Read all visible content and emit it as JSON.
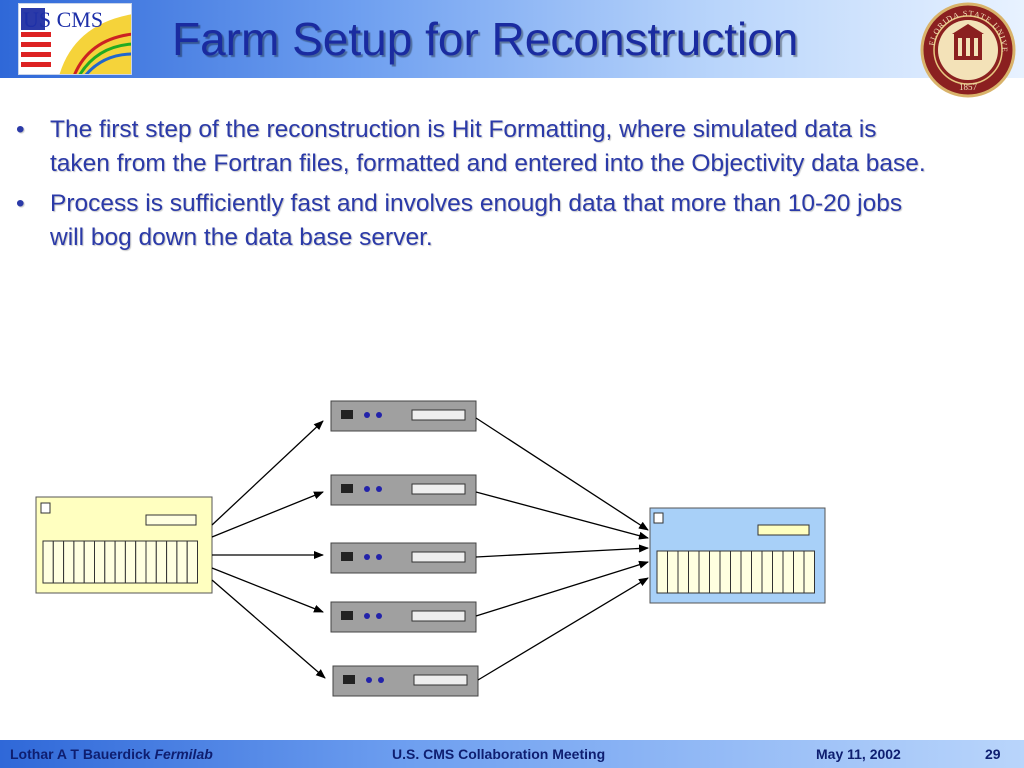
{
  "header": {
    "logo_text": "US CMS",
    "title": "Farm Setup for Reconstruction",
    "seal_top_text": "FLORIDA STATE UNIVERSITY",
    "seal_year": "1857"
  },
  "bullets": [
    {
      "symbol": "•",
      "text": "The first step of the reconstruction is Hit Formatting, where simulated data is taken from the Fortran files, formatted and entered into the Objectivity data base."
    },
    {
      "symbol": "•",
      "text": "Process is sufficiently fast and involves enough data that more than 10-20 jobs will bog down the data base server."
    }
  ],
  "diagram": {
    "source_server_color": "#ffffc0",
    "destination_server_color": "#a8d0f8",
    "worker_node_color": "#a0a0a0",
    "worker_node_count": 5
  },
  "footer": {
    "author": "Lothar A T Bauerdick",
    "institution": "Fermilab",
    "meeting": "U.S. CMS Collaboration Meeting",
    "date": "May 11, 2002",
    "page_number": "29"
  }
}
